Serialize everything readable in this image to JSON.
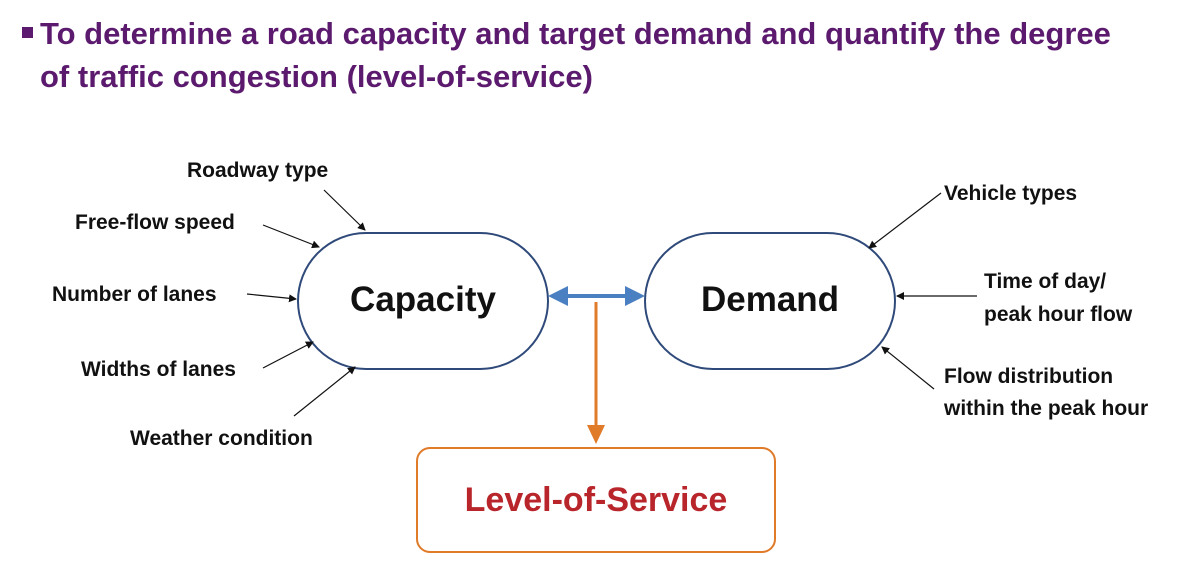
{
  "heading": {
    "line1": "To determine a road capacity and target demand and quantify the degree",
    "line2": "of traffic congestion (level-of-service)"
  },
  "nodes": {
    "capacity": "Capacity",
    "demand": "Demand",
    "level_of_service": "Level-of-Service"
  },
  "capacity_factors": {
    "roadway_type": "Roadway type",
    "free_flow_speed": "Free-flow speed",
    "number_of_lanes": "Number of lanes",
    "widths_of_lanes": "Widths of lanes",
    "weather_condition": "Weather condition"
  },
  "demand_factors": {
    "vehicle_types": "Vehicle types",
    "time_of_day_line1": "Time of day/",
    "time_of_day_line2": "peak hour flow",
    "flow_distribution_line1": "Flow distribution",
    "flow_distribution_line2": "within the peak hour"
  },
  "colors": {
    "heading": "#5b1a6e",
    "node_border": "#2f4a7a",
    "double_arrow": "#4a7fc1",
    "los_arrow": "#e07b2a",
    "los_text": "#b8262b"
  }
}
